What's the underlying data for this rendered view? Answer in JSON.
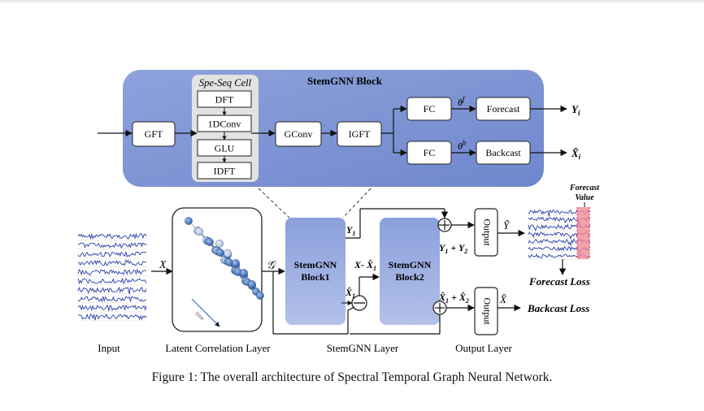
{
  "stemgnn_block": {
    "title": "StemGNN Block",
    "spe_seq_title": "Spe-Seq Cell",
    "spe_seq_steps": [
      "DFT",
      "1DConv",
      "GLU",
      "IDFT"
    ],
    "gft": "GFT",
    "gconv": "GConv",
    "igft": "IGFT",
    "fc": "FC",
    "theta_f": "θ",
    "theta_f_sup": "f",
    "theta_b": "θ",
    "theta_b_sup": "b",
    "forecast": "Forecast",
    "backcast": "Backcast",
    "out_y": "Y",
    "out_y_sub": "i",
    "out_x": "X̂",
    "out_x_sub": "i"
  },
  "main": {
    "x_label": "X",
    "g_label": "𝒢",
    "block1": [
      "StemGNN",
      "Block1"
    ],
    "block2": [
      "StemGNN",
      "Block2"
    ],
    "y1": "Y",
    "y1_sub": "1",
    "xhat1": "X̂",
    "xhat1_sub": "1",
    "x_minus": "X- X̂",
    "x_minus_sub": "1",
    "y_sum": "Y",
    "y_sum_sub1": "1",
    "y_sum_plus": " + Y",
    "y_sum_sub2": "2",
    "x_sum": "X̂",
    "x_sum_sub1": "1",
    "x_sum_plus": " + X̂",
    "x_sum_sub2": "2",
    "output": "Output",
    "y_hat": "Ŷ",
    "x_hat": "X̂",
    "forecast_value": [
      "Forecast",
      "Value"
    ],
    "forecast_loss": "Forecast Loss",
    "backcast_loss": "Backcast Loss",
    "time": "time"
  },
  "labels": {
    "input": "Input",
    "latent": "Latent Correlation Layer",
    "stemgnn_layer": "StemGNN Layer",
    "output_layer": "Output Layer"
  },
  "caption": "Figure 1: The overall architecture of Spectral Temporal Graph Neural Network.",
  "colors": {
    "block_fill": "#7f95d3",
    "node_fill": "#4b74b5",
    "series": "#2a3fa8",
    "forecast_band": "#f28c96"
  }
}
